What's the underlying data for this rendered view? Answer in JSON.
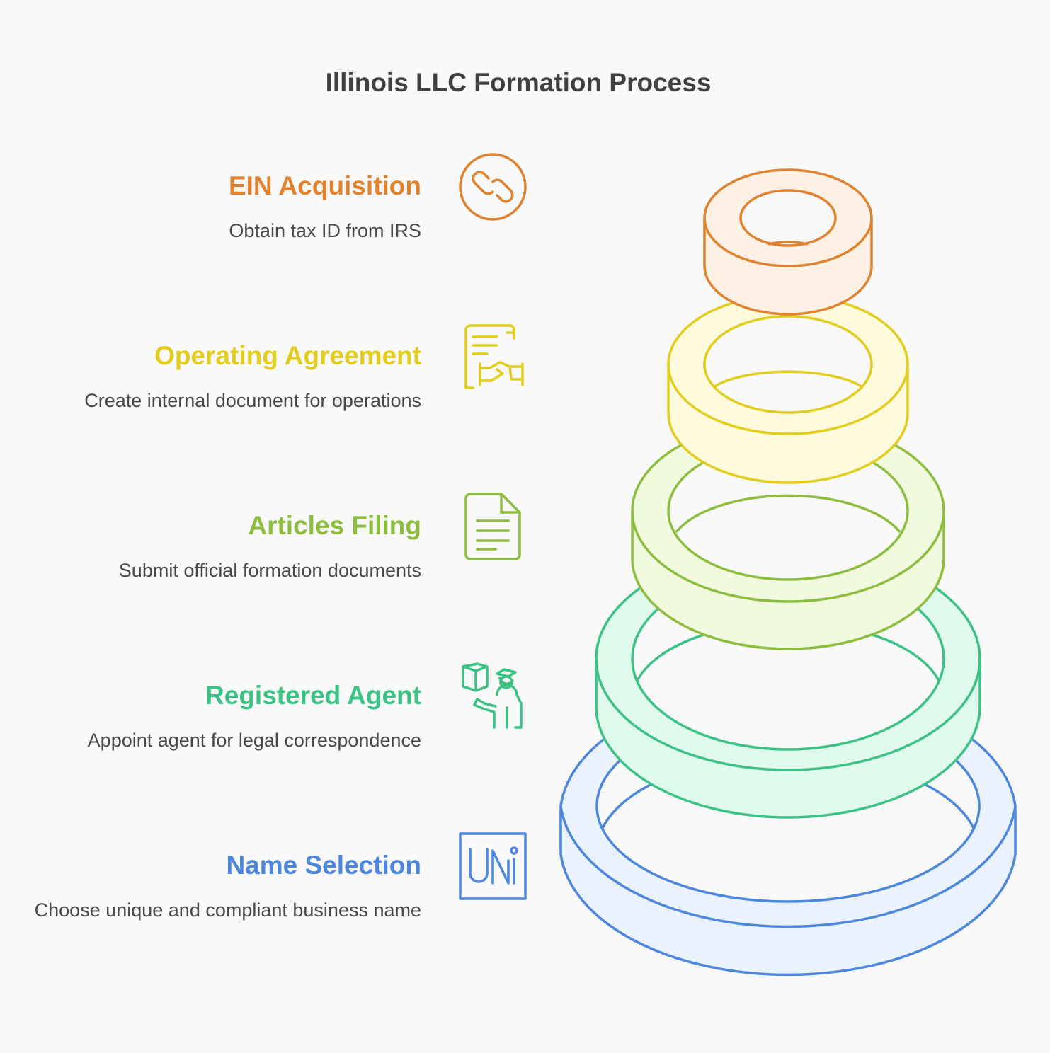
{
  "title": "Illinois LLC Formation Process",
  "steps": [
    {
      "title": "EIN Acquisition",
      "description": "Obtain tax ID from IRS",
      "color": "#e0822e",
      "fill": "#fdf0e4",
      "icon": "link-icon"
    },
    {
      "title": "Operating Agreement",
      "description": "Create internal document for operations",
      "color": "#e2cc1e",
      "fill": "#fdfbdc",
      "icon": "agreement-handshake-icon"
    },
    {
      "title": "Articles Filing",
      "description": "Submit official formation documents",
      "color": "#8dbd3f",
      "fill": "#f1f9de",
      "icon": "document-icon"
    },
    {
      "title": "Registered Agent",
      "description": "Appoint agent for legal correspondence",
      "color": "#3cc284",
      "fill": "#e0faee",
      "icon": "agent-person-icon"
    },
    {
      "title": "Name Selection",
      "description": "Choose unique and compliant business name",
      "color": "#4d86dd",
      "fill": "#eaf2fd",
      "icon": "unique-name-icon"
    }
  ]
}
